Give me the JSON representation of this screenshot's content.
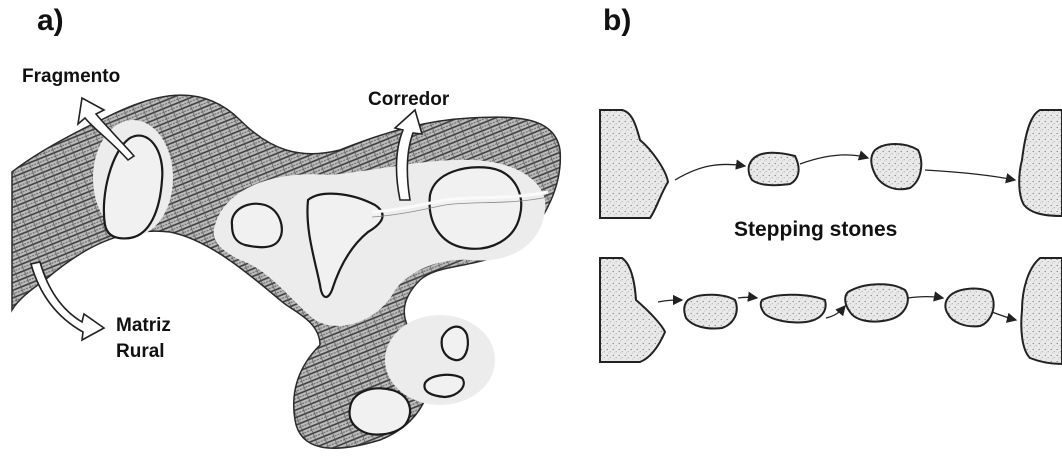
{
  "panel_a": {
    "label": "a)",
    "fragment_label": "Fragmento",
    "corridor_label": "Corredor",
    "matrix_label_line1": "Matriz",
    "matrix_label_line2": "Rural"
  },
  "panel_b": {
    "label": "b)",
    "stepping_label": "Stepping stones"
  }
}
